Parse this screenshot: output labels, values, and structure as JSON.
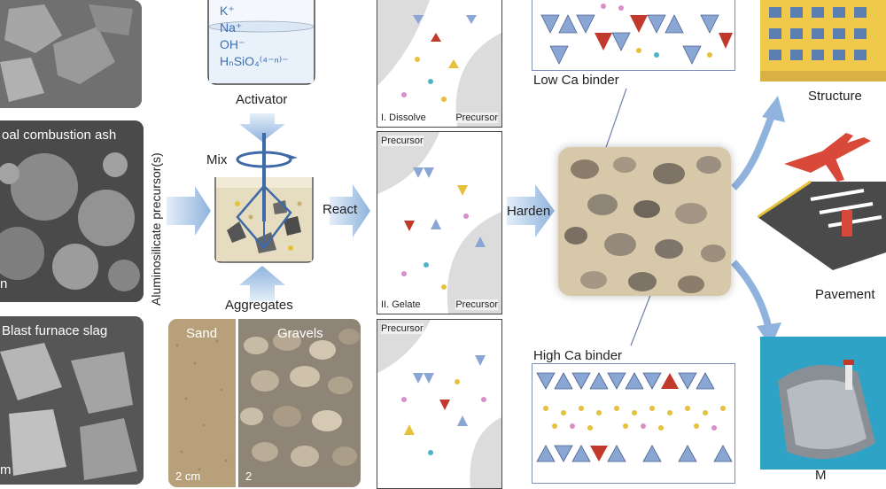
{
  "precursors": {
    "vertical_label": "Aluminosilicate precursor(s)",
    "coal_ash": "oal combustion ash",
    "coal_ash_partial": "n",
    "slag": "Blast furnace slag",
    "slag_partial": "m"
  },
  "activator": {
    "ions": [
      "K⁺",
      "Na⁺",
      "OH⁻",
      "HₙSiO₄⁽⁴⁻ⁿ⁾⁻"
    ],
    "label": "Activator"
  },
  "mixer": {
    "mix_label": "Mix",
    "aggregates_label": "Aggregates"
  },
  "aggregates": {
    "sand": "Sand",
    "gravels": "Gravels",
    "sand_scale": "2 cm",
    "gravel_scale": "2"
  },
  "process": {
    "react": "React",
    "harden": "Harden",
    "stages": [
      {
        "tag_top": "",
        "tag_left": "I. Dissolve",
        "tag_right": "Precursor"
      },
      {
        "tag_top": "Precursor",
        "tag_left": "II. Gelate",
        "tag_right": "Precursor"
      },
      {
        "tag_top": "Precursor",
        "tag_left": "",
        "tag_right": ""
      }
    ]
  },
  "binders": {
    "low": "Low Ca binder",
    "high": "High Ca binder"
  },
  "applications": {
    "structure": "Structure",
    "pavement": "Pavement",
    "marine_partial": "M"
  },
  "colors": {
    "arrow": "#8fb3dd",
    "tetra_blue": "#8aa6d4",
    "tetra_red": "#c0392b",
    "ion_yellow": "#e6c13b",
    "ion_pink": "#d98fc9",
    "ion_teal": "#4fb3c8"
  }
}
